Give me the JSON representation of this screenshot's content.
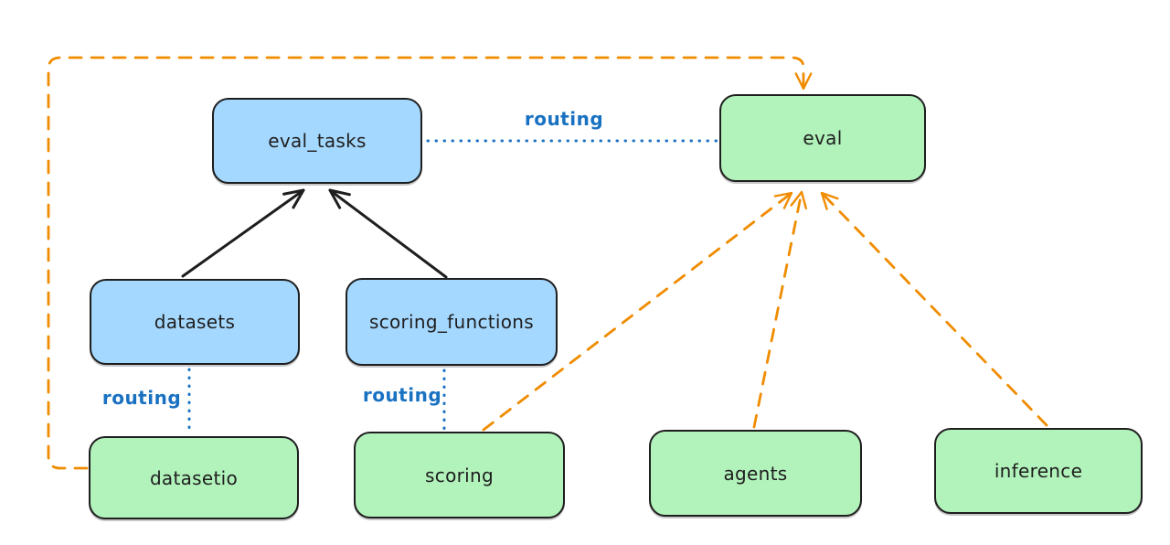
{
  "diagram": {
    "nodes": [
      {
        "id": "eval_tasks",
        "label": "eval_tasks",
        "kind": "api",
        "fill": "#a5d8ff"
      },
      {
        "id": "eval",
        "label": "eval",
        "kind": "provider",
        "fill": "#b2f2bb"
      },
      {
        "id": "datasets",
        "label": "datasets",
        "kind": "api",
        "fill": "#a5d8ff"
      },
      {
        "id": "scoring_functions",
        "label": "scoring_functions",
        "kind": "api",
        "fill": "#a5d8ff"
      },
      {
        "id": "datasetio",
        "label": "datasetio",
        "kind": "provider",
        "fill": "#b2f2bb"
      },
      {
        "id": "scoring",
        "label": "scoring",
        "kind": "provider",
        "fill": "#b2f2bb"
      },
      {
        "id": "agents",
        "label": "agents",
        "kind": "provider",
        "fill": "#b2f2bb"
      },
      {
        "id": "inference",
        "label": "inference",
        "kind": "provider",
        "fill": "#b2f2bb"
      }
    ],
    "edges": [
      {
        "from": "datasets",
        "to": "eval_tasks",
        "style": "solid",
        "color": "#1e1e1e",
        "label": ""
      },
      {
        "from": "scoring_functions",
        "to": "eval_tasks",
        "style": "solid",
        "color": "#1e1e1e",
        "label": ""
      },
      {
        "from": "eval_tasks",
        "to": "eval",
        "style": "dotted",
        "color": "#1971c2",
        "label": "routing"
      },
      {
        "from": "datasets",
        "to": "datasetio",
        "style": "dotted",
        "color": "#1971c2",
        "label": "routing"
      },
      {
        "from": "scoring_functions",
        "to": "scoring",
        "style": "dotted",
        "color": "#1971c2",
        "label": "routing"
      },
      {
        "from": "datasetio",
        "to": "eval",
        "style": "dashed",
        "color": "#f08c00",
        "label": ""
      },
      {
        "from": "scoring",
        "to": "eval",
        "style": "dashed",
        "color": "#f08c00",
        "label": ""
      },
      {
        "from": "agents",
        "to": "eval",
        "style": "dashed",
        "color": "#f08c00",
        "label": ""
      },
      {
        "from": "inference",
        "to": "eval",
        "style": "dashed",
        "color": "#f08c00",
        "label": ""
      }
    ],
    "colors": {
      "background": "#ffffff",
      "node_border": "#1e1e1e",
      "api_fill": "#a5d8ff",
      "provider_fill": "#b2f2bb",
      "routing": "#1971c2",
      "provider_link": "#f08c00",
      "text": "#1e1e1e"
    }
  }
}
